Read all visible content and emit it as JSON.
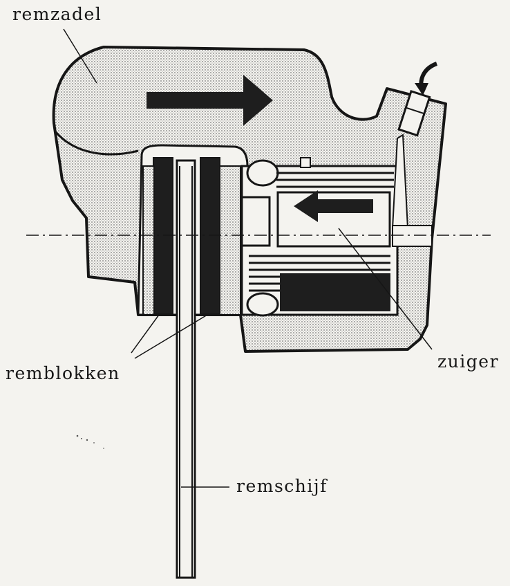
{
  "labels": {
    "caliper": "remzadel",
    "brake_pads": "remblokken",
    "piston": "zuiger",
    "brake_disc": "remschijf"
  },
  "colors": {
    "ink": "#161616",
    "paper": "#f4f3ef",
    "stipple": "#9a9a9a"
  }
}
